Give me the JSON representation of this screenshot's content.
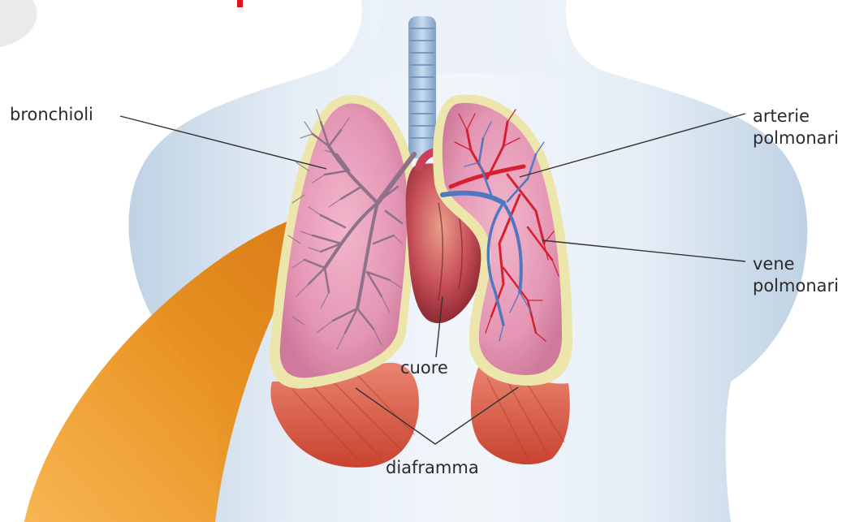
{
  "labels": {
    "bronchioles": "bronchioli",
    "pulmonary_arteries_line1": "arterie",
    "pulmonary_arteries_line2": "polmonari",
    "pulmonary_veins_line1": "vene",
    "pulmonary_veins_line2": "polmonari",
    "heart": "cuore",
    "diaphragm": "diaframma"
  },
  "colors": {
    "torso": "#dce8f2",
    "lung_tissue": "#e69ab8",
    "pleura_border": "#e9e2a8",
    "bronchi": "#9d7f96",
    "trachea": "#8fb1d4",
    "artery": "#d42030",
    "vein": "#4f78c0",
    "heart": "#c53a4a",
    "diaphragm_muscle": "#d45a45",
    "airflow_arrow": "#e6901a",
    "header_red": "#e0141e"
  }
}
